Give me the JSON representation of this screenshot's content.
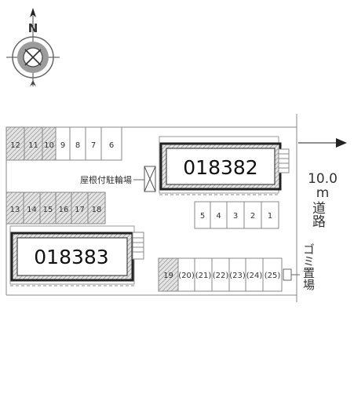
{
  "compass": {
    "north_label": "N",
    "icon": "compass-rose-icon"
  },
  "buildings": [
    {
      "id": "018382"
    },
    {
      "id": "018383"
    }
  ],
  "bike_parking": {
    "label": "屋根付駐輪場",
    "icon": "crossed-box-icon"
  },
  "parking_rows": {
    "top_left": [
      "12",
      "11",
      "10",
      "9",
      "8",
      "7",
      "6"
    ],
    "middle_left": [
      "13",
      "14",
      "15",
      "16",
      "17",
      "18"
    ],
    "center_block": [
      "5",
      "4",
      "3",
      "2",
      "1"
    ],
    "bottom_right": [
      "19",
      "(20)",
      "(21)",
      "(22)",
      "(23)",
      "(24)",
      "(25)"
    ]
  },
  "road": {
    "width": "10.0",
    "unit": "m",
    "name": "道路"
  },
  "garbage": {
    "label": "ゴミ置場"
  },
  "colors": {
    "building_border": "#222222",
    "shaded_slot": "#cccccc",
    "line": "#888888"
  }
}
